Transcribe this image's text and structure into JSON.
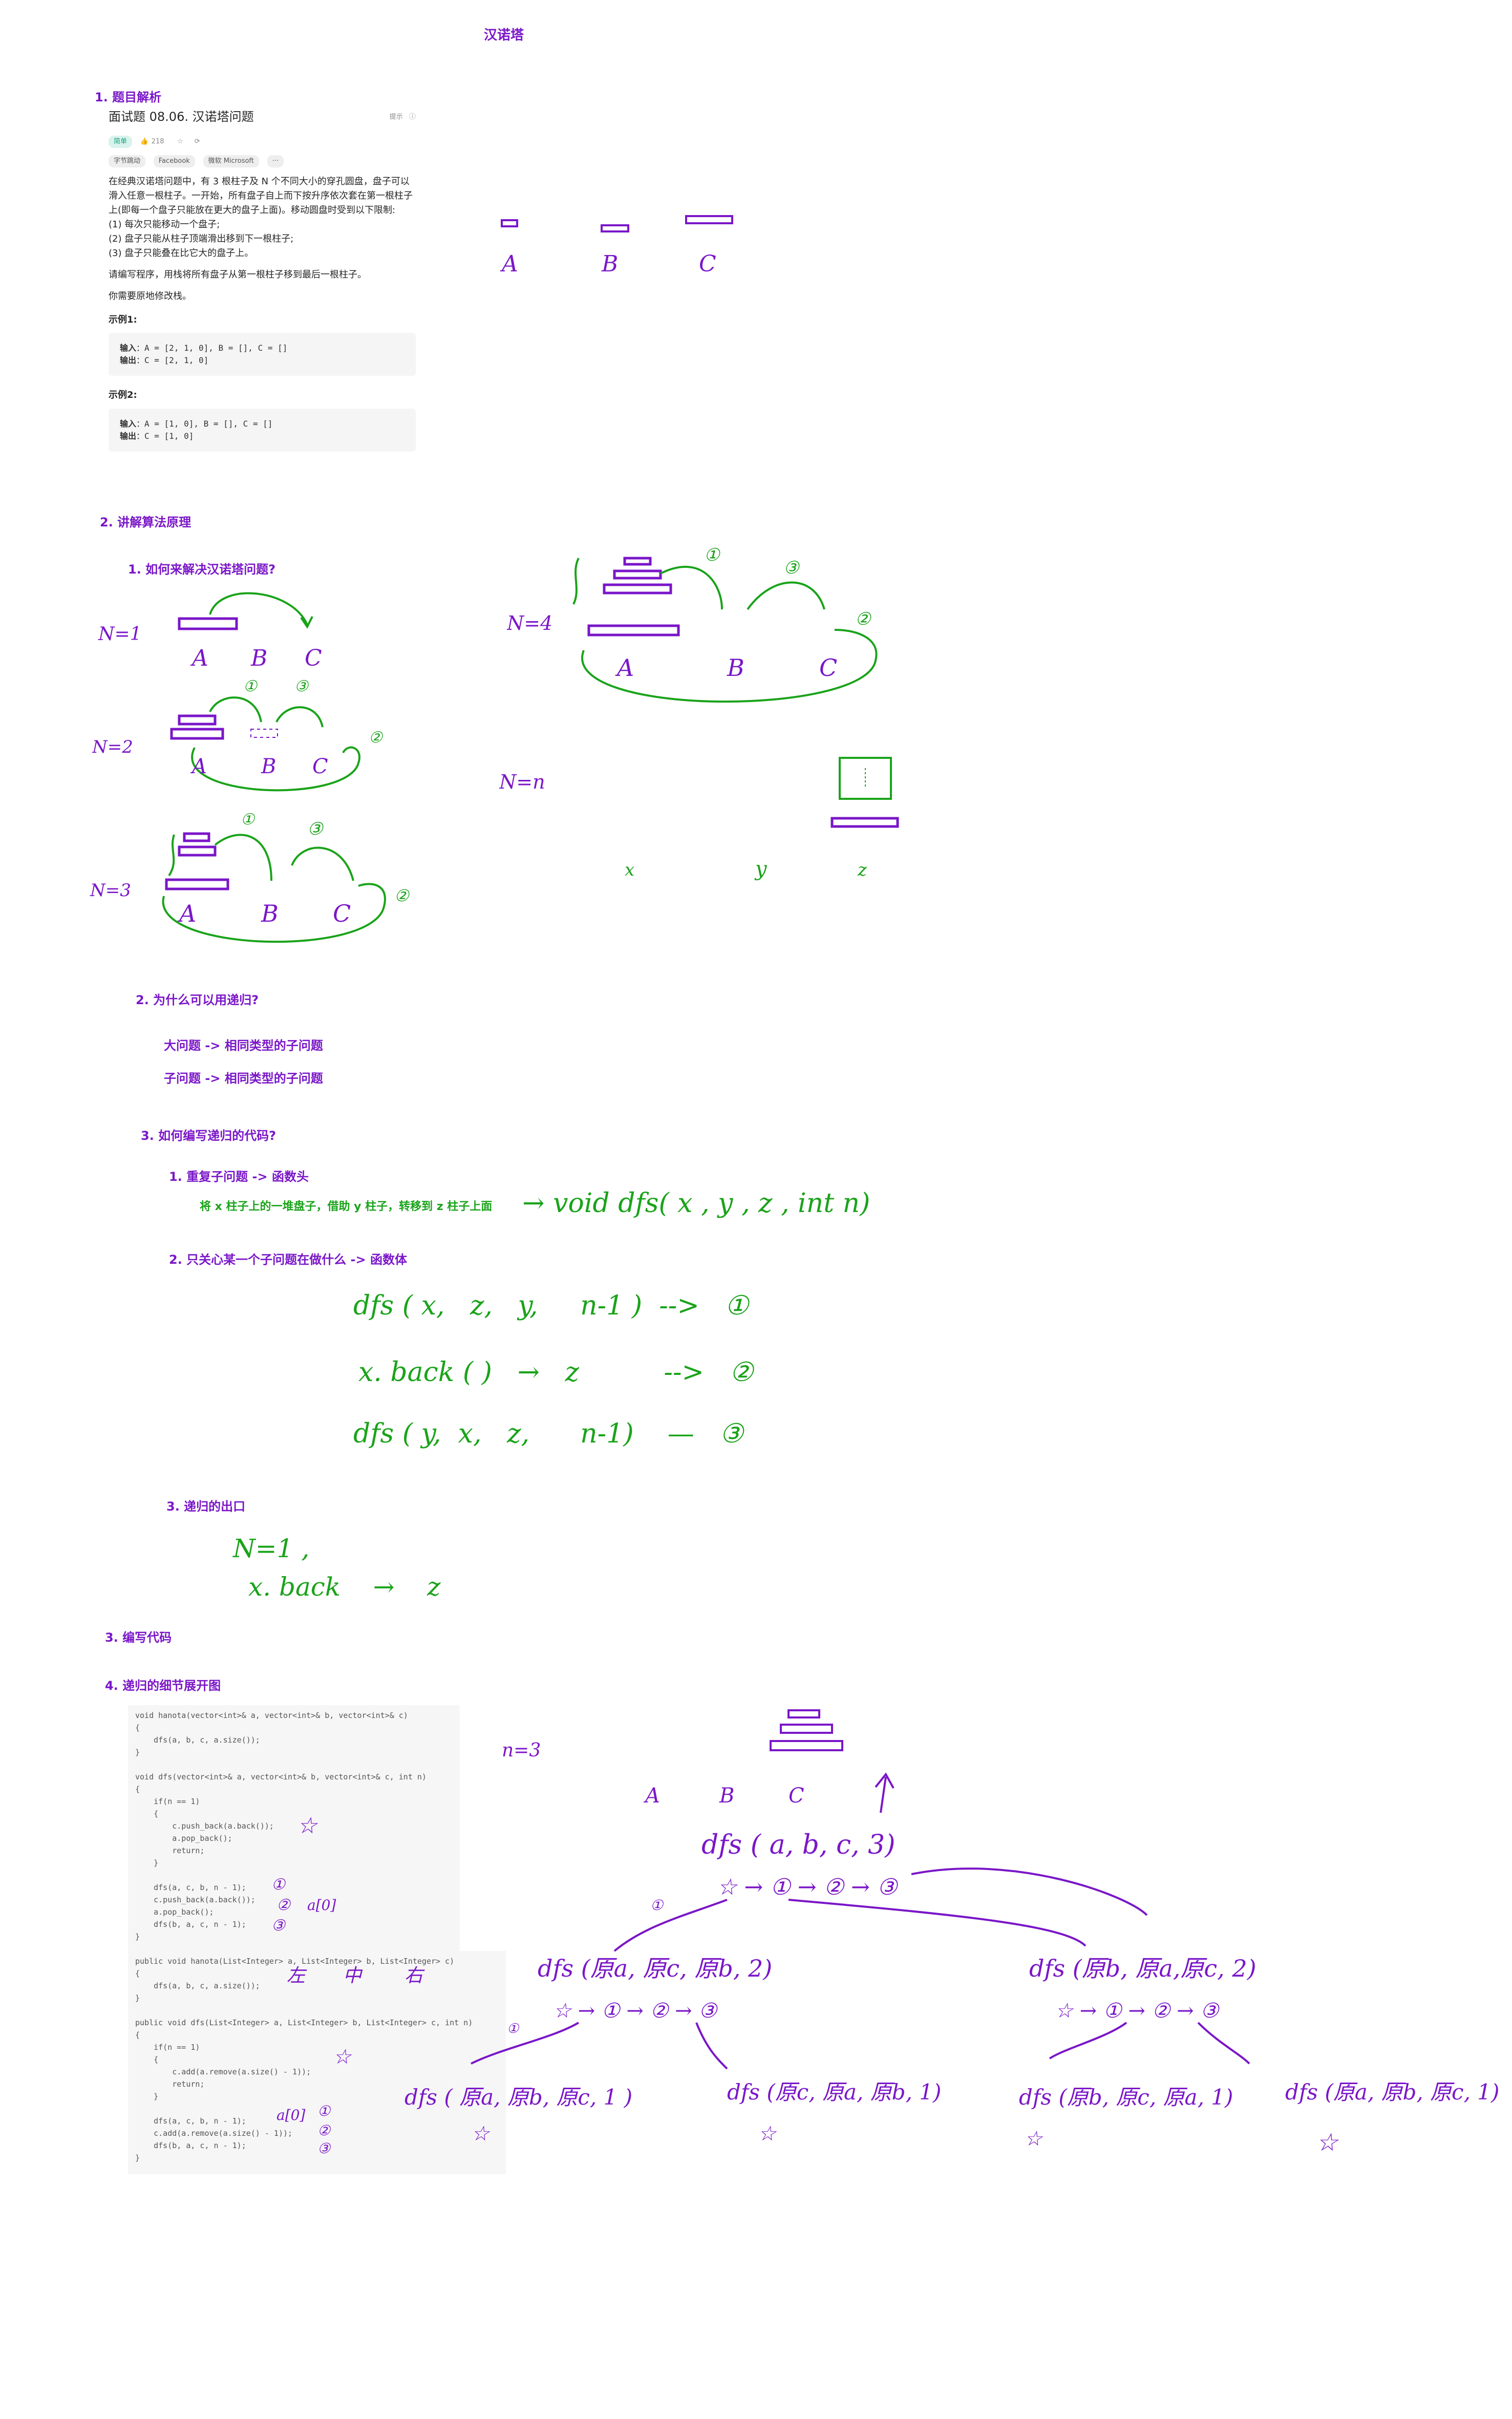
{
  "page_title": "汉诺塔",
  "sections": {
    "s1": "1. 题目解析",
    "s2": "2. 讲解算法原理",
    "s2_1": "1. 如何来解决汉诺塔问题?",
    "s2_2": "2. 为什么可以用递归?",
    "s2_2_a": "大问题 -> 相同类型的子问题",
    "s2_2_b": "子问题 -> 相同类型的子问题",
    "s2_3": "3. 如何编写递归的代码?",
    "s2_3_1": "1. 重复子问题 -> 函数头",
    "s2_3_1_note": "将 x 柱子上的一堆盘子，借助 y 柱子，转移到 z 柱子上面",
    "s2_3_2": "2. 只关心某一个子问题在做什么 -> 函数体",
    "s2_3_3": "3. 递归的出口",
    "s3": "3. 编写代码",
    "s4": "4. 递归的细节展开图"
  },
  "problem": {
    "title": "面试题 08.06. 汉诺塔问题",
    "hint": "提示",
    "difficulty": "简单",
    "likes": "218",
    "tags": [
      "字节跳动",
      "Facebook",
      "微软 Microsoft",
      "···"
    ],
    "desc1": "在经典汉诺塔问题中，有 3 根柱子及 N 个不同大小的穿孔圆盘，盘子可以滑入任意一根柱子。一开始，所有盘子自上而下按升序依次套在第一根柱子上(即每一个盘子只能放在更大的盘子上面)。移动圆盘时受到以下限制:",
    "rule1": "(1) 每次只能移动一个盘子;",
    "rule2": "(2) 盘子只能从柱子顶端滑出移到下一根柱子;",
    "rule3": "(3) 盘子只能叠在比它大的盘子上。",
    "desc2": "请编写程序，用栈将所有盘子从第一根柱子移到最后一根柱子。",
    "desc3": "你需要原地修改栈。",
    "ex1_title": "示例1:",
    "ex1_in_label": "输入",
    "ex1_in": "：A = [2, 1, 0], B = [], C = []",
    "ex1_out_label": "输出",
    "ex1_out": "：C = [2, 1, 0]",
    "ex2_title": "示例2:",
    "ex2_in_label": "输入",
    "ex2_in": "：A = [1, 0], B = [], C = []",
    "ex2_out_label": "输出",
    "ex2_out": "：C = [1, 0]"
  },
  "hand": {
    "A": "A",
    "B": "B",
    "C": "C",
    "n1": "N=1",
    "n2": "N=2",
    "n3": "N=3",
    "n4": "N=4",
    "nn": "N=n",
    "x": "x",
    "y": "y",
    "z": "z",
    "arrow_func": "→ void  dfs( x , y , z , int n)",
    "body1": "dfs ( x,   z,   y,     n-1 )  -->   ①",
    "body2": "x. back ( )   →   z          -->   ②",
    "body3": "dfs ( y,  x,   z,      n-1)    —   ③",
    "exit1": "N=1 ,",
    "exit2": "x. back    →    z",
    "n3b": "n=3",
    "root_call": "dfs ( a, b, c, 3)",
    "root_chain": "☆ → ① → ② → ③",
    "l1_left": "dfs (原a, 原c, 原b, 2)",
    "l1_right": "dfs (原b, 原a,原c, 2)",
    "chain": "☆ → ① → ② → ③",
    "l2_1": "dfs ( 原a,  原b,  原c,   1 )",
    "l2_2": "dfs (原c, 原a, 原b, 1)",
    "l2_3": "dfs (原b, 原c, 原a, 1)",
    "l2_4": "dfs (原a, 原b, 原c, 1)",
    "star": "☆",
    "c1": "①",
    "c2": "②",
    "c3": "③",
    "a0": "a[0]",
    "left": "左",
    "mid": "中",
    "right": "右"
  },
  "code_cpp": [
    "void hanota(vector<int>& a, vector<int>& b, vector<int>& c)",
    "{",
    "    dfs(a, b, c, a.size());",
    "}",
    "",
    "void dfs(vector<int>& a, vector<int>& b, vector<int>& c, int n)",
    "{",
    "    if(n == 1)",
    "    {",
    "        c.push_back(a.back());",
    "        a.pop_back();",
    "        return;",
    "    }",
    "",
    "    dfs(a, c, b, n - 1);",
    "    c.push_back(a.back());",
    "    a.pop_back();",
    "    dfs(b, a, c, n - 1);",
    "}"
  ],
  "code_java": [
    "public void hanota(List<Integer> a, List<Integer> b, List<Integer> c)",
    "{",
    "    dfs(a, b, c, a.size());",
    "}",
    "",
    "public void dfs(List<Integer> a, List<Integer> b, List<Integer> c, int n)",
    "{",
    "    if(n == 1)",
    "    {",
    "        c.add(a.remove(a.size() - 1));",
    "        return;",
    "    }",
    "",
    "    dfs(a, c, b, n - 1);",
    "    c.add(a.remove(a.size() - 1));",
    "    dfs(b, a, c, n - 1);",
    "}"
  ],
  "colors": {
    "purple": "#7a16c8",
    "green": "#1aa31a"
  }
}
